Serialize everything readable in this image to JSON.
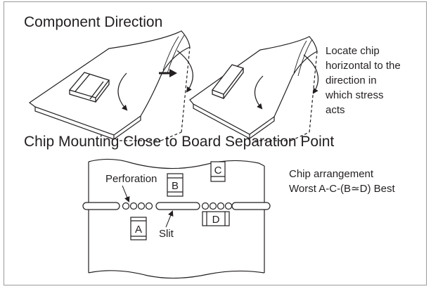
{
  "section1": {
    "title": "Component Direction",
    "note_lines": [
      "Locate chip",
      "horizontal to the",
      "direction in",
      "which stress",
      "acts"
    ]
  },
  "section2": {
    "title": "Chip Mounting Close to Board Separation Point",
    "labels": {
      "perforation": "Perforation",
      "slit": "Slit",
      "chip_a": "A",
      "chip_b": "B",
      "chip_c": "C",
      "chip_d": "D"
    },
    "note_lines": [
      "Chip arrangement",
      "Worst A-C-(B≃D) Best"
    ]
  },
  "colors": {
    "ink": "#231f20",
    "frame": "#9a9a9a"
  },
  "icons": {
    "direction_arrow": "right-arrow-icon"
  }
}
